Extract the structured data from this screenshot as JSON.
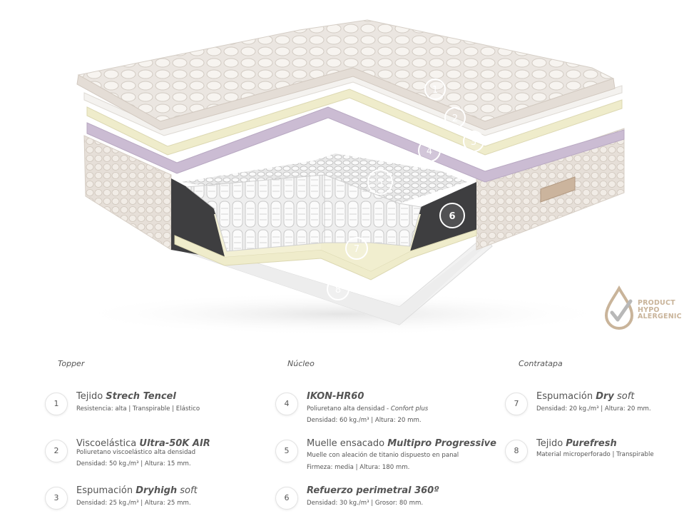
{
  "badge": {
    "line1": "PRODUCT",
    "line2": "HYPO",
    "line3": "ALERGENIC"
  },
  "callouts": [
    "1",
    "2",
    "3",
    "4",
    "5",
    "6",
    "7",
    "8"
  ],
  "columns": [
    {
      "heading": "Topper",
      "items": [
        {
          "num": "1",
          "title_pre": "Tejido ",
          "title_bold": "Strech Tencel",
          "title_italic": "",
          "line1": "Resistencia: alta | Transpirable | Elástico",
          "line2": ""
        },
        {
          "num": "2",
          "title_pre": "Viscoelástica ",
          "title_bold": "Ultra-50K AIR",
          "title_italic": "",
          "line1": "Poliuretano viscoelástico alta densidad",
          "line2": "Densidad: 50 kg./m³ | Altura: 15 mm."
        },
        {
          "num": "3",
          "title_pre": "Espumación ",
          "title_bold": "Dryhigh",
          "title_italic": " soft",
          "line1": "Densidad: 25 kg./m³ | Altura: 25 mm.",
          "line2": ""
        }
      ]
    },
    {
      "heading": "Núcleo",
      "items": [
        {
          "num": "4",
          "title_pre": "",
          "title_bold": "IKON-HR60",
          "title_italic": "",
          "line1_pre": "Poliuretano alta densidad - ",
          "line1_italic": "Confort plus",
          "line2": "Densidad: 60 kg./m³ | Altura: 20 mm."
        },
        {
          "num": "5",
          "title_pre": "Muelle ensacado ",
          "title_bold": "Multipro Progressive",
          "title_italic": "",
          "line1": "Muelle con aleación de titanio dispuesto en panal",
          "line2": "Firmeza: media | Altura: 180 mm."
        },
        {
          "num": "6",
          "title_pre": "",
          "title_bold": "Refuerzo perimetral 360º",
          "title_italic": "",
          "line1": "Densidad: 30 kg./m³ | Grosor: 80 mm.",
          "line2": ""
        }
      ]
    },
    {
      "heading": "Contratapa",
      "items": [
        {
          "num": "7",
          "title_pre": "Espumación ",
          "title_bold": "Dry",
          "title_italic": " soft",
          "line1": "Densidad: 20 kg./m³ | Altura: 20 mm.",
          "line2": ""
        },
        {
          "num": "8",
          "title_pre": "Tejido ",
          "title_bold": "Purefresh",
          "title_italic": "",
          "line1": "Material microperforado | Transpirable",
          "line2": ""
        }
      ]
    }
  ],
  "colors": {
    "text": "#555555",
    "badge": "#c9b49a",
    "foam_yellow": "#efeccb",
    "foam_purple": "#cbbcd3",
    "fabric": "#ece7e1",
    "dark_border": "#3e3e40"
  }
}
